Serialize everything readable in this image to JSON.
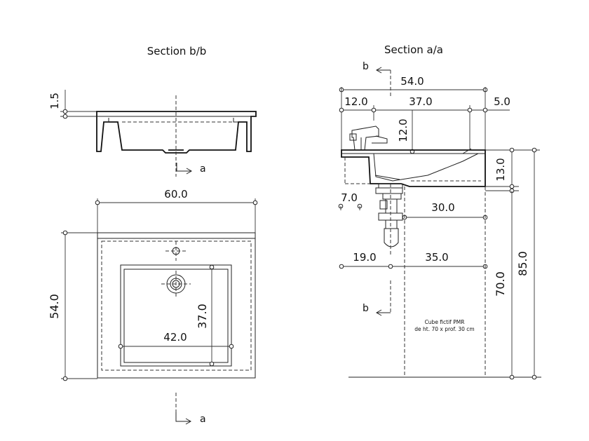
{
  "titles": {
    "section_b": "Section b/b",
    "section_a": "Section a/a"
  },
  "markers": {
    "a": "a",
    "b": "b"
  },
  "left_view": {
    "dim_thickness": "1.5",
    "dim_width": "60.0",
    "dim_depth": "54.0",
    "dim_basin_width": "42.0",
    "dim_basin_depth": "37.0"
  },
  "right_view": {
    "dim_total": "54.0",
    "dim_left": "12.0",
    "dim_mid": "37.0",
    "dim_right": "5.0",
    "dim_tap_height": "12.0",
    "dim_basin_height": "13.0",
    "dim_drain_offset": "7.0",
    "dim_cube_depth": "30.0",
    "dim_knee_left": "19.0",
    "dim_knee_right": "35.0",
    "dim_cube_height": "70.0",
    "dim_total_height": "85.0",
    "cube_note_line1": "Cube fictif PMR",
    "cube_note_line2": "de ht. 70 x prof. 30 cm"
  }
}
